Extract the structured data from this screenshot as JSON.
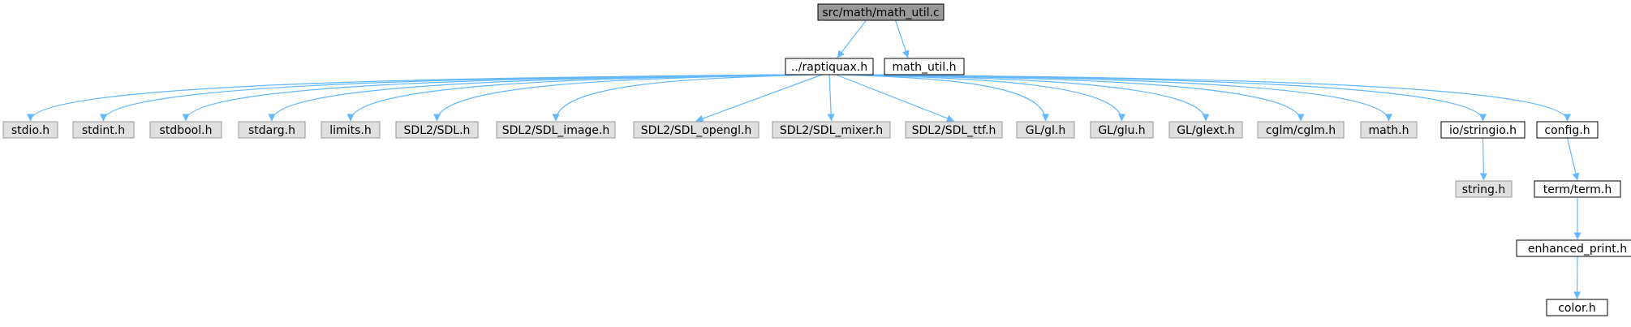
{
  "colors": {
    "root_fill": "#999999",
    "local_fill": "#ffffff",
    "system_fill": "#e0e0e0",
    "local_border": "#000000",
    "system_border": "#999999",
    "edge": "#63b8ff"
  },
  "root": {
    "id": "root",
    "label": "src/math/math_util.c"
  },
  "nodes": [
    {
      "id": "raptiquax",
      "label": "../raptiquax.h",
      "kind": "local"
    },
    {
      "id": "math_util_h",
      "label": "math_util.h",
      "kind": "local"
    },
    {
      "id": "stdio",
      "label": "stdio.h",
      "kind": "system"
    },
    {
      "id": "stdint",
      "label": "stdint.h",
      "kind": "system"
    },
    {
      "id": "stdbool",
      "label": "stdbool.h",
      "kind": "system"
    },
    {
      "id": "stdarg",
      "label": "stdarg.h",
      "kind": "system"
    },
    {
      "id": "limits",
      "label": "limits.h",
      "kind": "system"
    },
    {
      "id": "sdl",
      "label": "SDL2/SDL.h",
      "kind": "system"
    },
    {
      "id": "sdl_image",
      "label": "SDL2/SDL_image.h",
      "kind": "system"
    },
    {
      "id": "sdl_opengl",
      "label": "SDL2/SDL_opengl.h",
      "kind": "system"
    },
    {
      "id": "sdl_mixer",
      "label": "SDL2/SDL_mixer.h",
      "kind": "system"
    },
    {
      "id": "sdl_ttf",
      "label": "SDL2/SDL_ttf.h",
      "kind": "system"
    },
    {
      "id": "gl",
      "label": "GL/gl.h",
      "kind": "system"
    },
    {
      "id": "glu",
      "label": "GL/glu.h",
      "kind": "system"
    },
    {
      "id": "glext",
      "label": "GL/glext.h",
      "kind": "system"
    },
    {
      "id": "cglm",
      "label": "cglm/cglm.h",
      "kind": "system"
    },
    {
      "id": "math",
      "label": "math.h",
      "kind": "system"
    },
    {
      "id": "stringio",
      "label": "io/stringio.h",
      "kind": "local"
    },
    {
      "id": "config",
      "label": "config.h",
      "kind": "local"
    },
    {
      "id": "string",
      "label": "string.h",
      "kind": "system"
    },
    {
      "id": "term",
      "label": "term/term.h",
      "kind": "local"
    },
    {
      "id": "enhanced_print",
      "label": "enhanced_print.h",
      "kind": "local"
    },
    {
      "id": "color",
      "label": "color.h",
      "kind": "local"
    }
  ],
  "edges": [
    [
      "root",
      "raptiquax"
    ],
    [
      "root",
      "math_util_h"
    ],
    [
      "raptiquax",
      "stdio"
    ],
    [
      "raptiquax",
      "stdint"
    ],
    [
      "raptiquax",
      "stdbool"
    ],
    [
      "raptiquax",
      "stdarg"
    ],
    [
      "raptiquax",
      "limits"
    ],
    [
      "raptiquax",
      "sdl"
    ],
    [
      "raptiquax",
      "sdl_image"
    ],
    [
      "raptiquax",
      "sdl_opengl"
    ],
    [
      "raptiquax",
      "sdl_mixer"
    ],
    [
      "raptiquax",
      "sdl_ttf"
    ],
    [
      "raptiquax",
      "gl"
    ],
    [
      "raptiquax",
      "glu"
    ],
    [
      "raptiquax",
      "glext"
    ],
    [
      "raptiquax",
      "cglm"
    ],
    [
      "raptiquax",
      "math"
    ],
    [
      "raptiquax",
      "stringio"
    ],
    [
      "raptiquax",
      "config"
    ],
    [
      "stringio",
      "string"
    ],
    [
      "config",
      "term"
    ],
    [
      "term",
      "enhanced_print"
    ],
    [
      "enhanced_print",
      "color"
    ]
  ]
}
